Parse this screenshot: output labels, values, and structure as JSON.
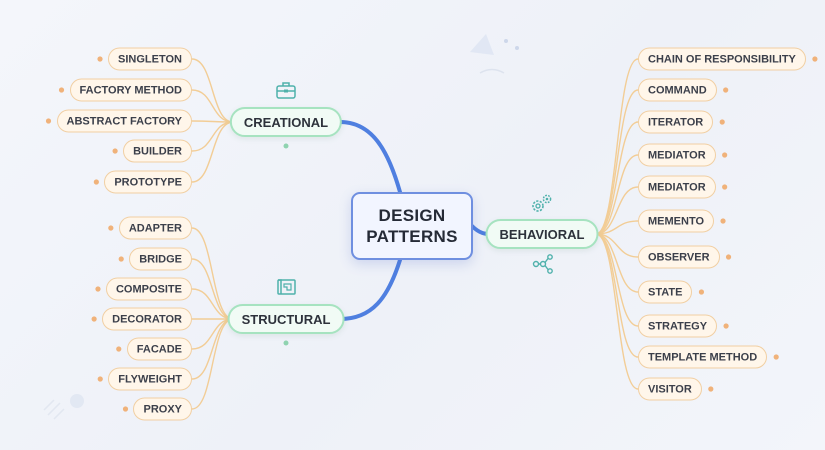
{
  "center": {
    "line1": "DESIGN",
    "line2": "PATTERNS"
  },
  "branches": {
    "creational": {
      "label": "CREATIONAL",
      "children": [
        "SINGLETON",
        "FACTORY METHOD",
        "ABSTRACT FACTORY",
        "BUILDER",
        "PROTOTYPE"
      ]
    },
    "structural": {
      "label": "STRUCTURAL",
      "children": [
        "ADAPTER",
        "BRIDGE",
        "COMPOSITE",
        "DECORATOR",
        "FACADE",
        "FLYWEIGHT",
        "PROXY"
      ]
    },
    "behavioral": {
      "label": "BEHAVIORAL",
      "children": [
        "CHAIN OF RESPONSIBILITY",
        "COMMAND",
        "ITERATOR",
        "MEDIATOR",
        "MEDIATOR",
        "MEMENTO",
        "OBSERVER",
        "STATE",
        "STRATEGY",
        "TEMPLATE METHOD",
        "VISITOR"
      ]
    }
  },
  "colors": {
    "trunk": "#4f7fe0",
    "twig": "#f2cd96",
    "leaf_border": "#f1cfa3",
    "leaf_fill": "#fff6ea",
    "leaf_dot": "#f0b27a",
    "branch_border": "#a6e3c0",
    "branch_fill": "#f1fbf5",
    "center_border": "#6f8fe0",
    "center_fill": "#f2f5ff",
    "icon_teal": "#4fb1ab"
  },
  "icons": {
    "creational": "toolbox-icon",
    "structural": "blueprint-icon",
    "behavioral": [
      "gears-icon",
      "network-icon"
    ]
  }
}
